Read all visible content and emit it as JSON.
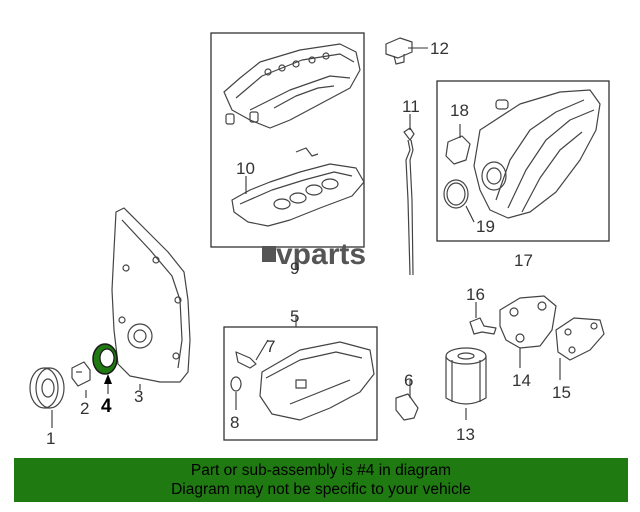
{
  "watermark": "vparts",
  "callouts": {
    "n1": "1",
    "n2": "2",
    "n3": "3",
    "n4": "4",
    "n5": "5",
    "n6": "6",
    "n7": "7",
    "n8": "8",
    "n9": "9",
    "n10": "10",
    "n11": "11",
    "n12": "12",
    "n13": "13",
    "n14": "14",
    "n15": "15",
    "n16": "16",
    "n17": "17",
    "n18": "18",
    "n19": "19"
  },
  "highlighted_part": "4",
  "footer": {
    "line1": "Part or sub-assembly is #4 in diagram",
    "line2": "Diagram may not be specific to your vehicle"
  },
  "colors": {
    "footer_bg": "#1f7a12",
    "highlight_part": "#1f7a12"
  }
}
